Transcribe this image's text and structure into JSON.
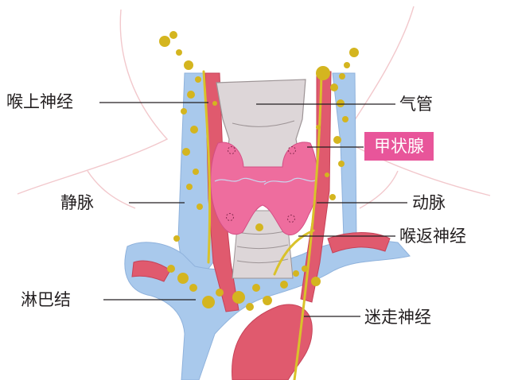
{
  "labels": {
    "superior_laryngeal_nerve": "喉上神经",
    "vein": "静脉",
    "lymph_node": "淋巴结",
    "trachea": "气管",
    "thyroid": "甲状腺",
    "artery": "动脉",
    "recurrent_laryngeal_nerve": "喉返神经",
    "vagus_nerve": "迷走神经"
  },
  "colors": {
    "vein": "#a9c9ec",
    "artery": "#e05a6e",
    "thyroid": "#ee6d9e",
    "trachea": "#ddd6d8",
    "nerve": "#d9c22a",
    "lymph_node": "#d4b51f",
    "highlight": "#e8559a"
  }
}
